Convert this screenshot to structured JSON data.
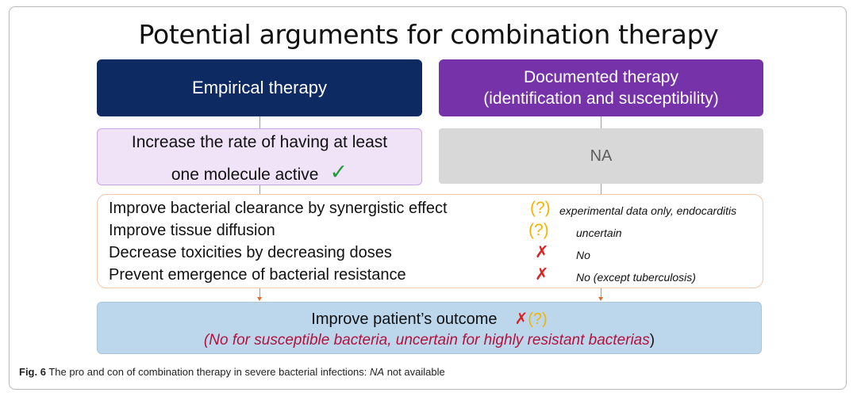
{
  "title": "Potential arguments for combination therapy",
  "empirical": {
    "label": "Empirical therapy"
  },
  "documented": {
    "line1": "Documented therapy",
    "line2": "(identification and susceptibility)"
  },
  "increase": {
    "line1": "Increase the rate of having at least",
    "line2": "one molecule active",
    "mark": "✓"
  },
  "na_label": "NA",
  "arguments": [
    {
      "text": "Improve bacterial clearance by synergistic effect",
      "mark": "(?)",
      "note": "experimental data only, endocarditis"
    },
    {
      "text": "Improve tissue diffusion",
      "mark": "(?)",
      "note": "uncertain"
    },
    {
      "text": "Decrease toxicities by decreasing doses",
      "mark": "✗",
      "note": "No"
    },
    {
      "text": "Prevent emergence of bacterial resistance",
      "mark": "✗",
      "note": "No (except tuberculosis)"
    }
  ],
  "outcome": {
    "title": "Improve patient’s outcome",
    "mark_x": "✗",
    "mark_q": "(?)",
    "note": "(No for susceptible bacteria, uncertain for highly resistant bacterias",
    "note_close": ")"
  },
  "caption": {
    "label": "Fig. 6",
    "text_before": " The pro and con of combination therapy in severe bacterial infections: ",
    "abbr": "NA",
    "text_after": " not available"
  },
  "colors": {
    "empirical_bg": "#0e2a62",
    "documented_bg": "#7632a8",
    "increase_bg": "#f0e3f8",
    "na_bg": "#d8d8d8",
    "outcome_bg": "#bcd7ec",
    "question_mark": "#f2b400",
    "cross_mark": "#e02020",
    "check_mark": "#1e9a3c",
    "outcome_note": "#b3123d"
  }
}
